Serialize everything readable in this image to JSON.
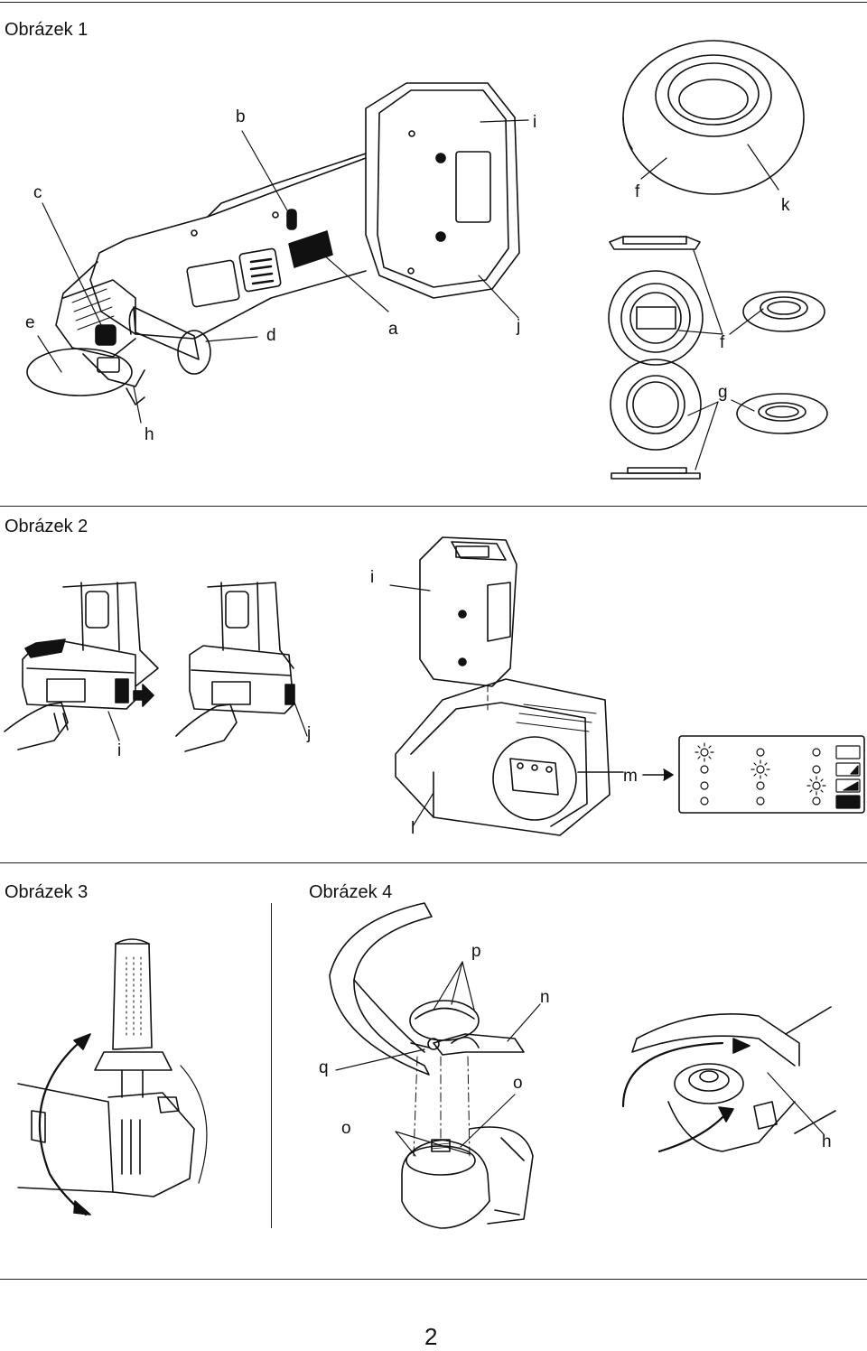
{
  "figures": {
    "fig1": {
      "title": "Obrázek 1",
      "labels": {
        "a": "a",
        "b": "b",
        "c": "c",
        "d": "d",
        "e": "e",
        "f1": "f",
        "f2": "f",
        "g": "g",
        "h": "h",
        "i": "i",
        "j": "j",
        "k": "k"
      }
    },
    "fig2": {
      "title": "Obrázek 2",
      "labels": {
        "i1": "i",
        "i2": "i",
        "j": "j",
        "l": "l",
        "m": "m"
      }
    },
    "fig3": {
      "title": "Obrázek 3"
    },
    "fig4": {
      "title": "Obrázek 4",
      "labels": {
        "p": "p",
        "n": "n",
        "q": "q",
        "o1": "o",
        "o2": "o",
        "h": "h"
      }
    }
  },
  "page_number": "2"
}
